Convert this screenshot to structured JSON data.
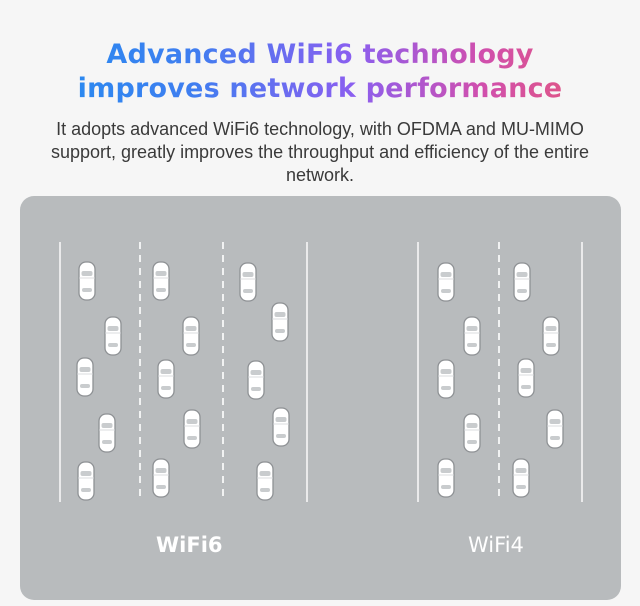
{
  "headline": {
    "line1": "Advanced WiFi6 technology",
    "line2": "improves network performance"
  },
  "subtitle": "It adopts advanced WiFi6 technology, with OFDMA and MU-MIMO support, greatly improves the throughput and efficiency of the entire network.",
  "comparison": {
    "left_label": "WiFi6",
    "right_label": "WiFi4"
  },
  "colors": {
    "gradient": [
      "#1f8ff0",
      "#8a5ff0",
      "#ea5a6a"
    ],
    "panel": "#b8bbbd",
    "lane_line": "#ffffff"
  }
}
